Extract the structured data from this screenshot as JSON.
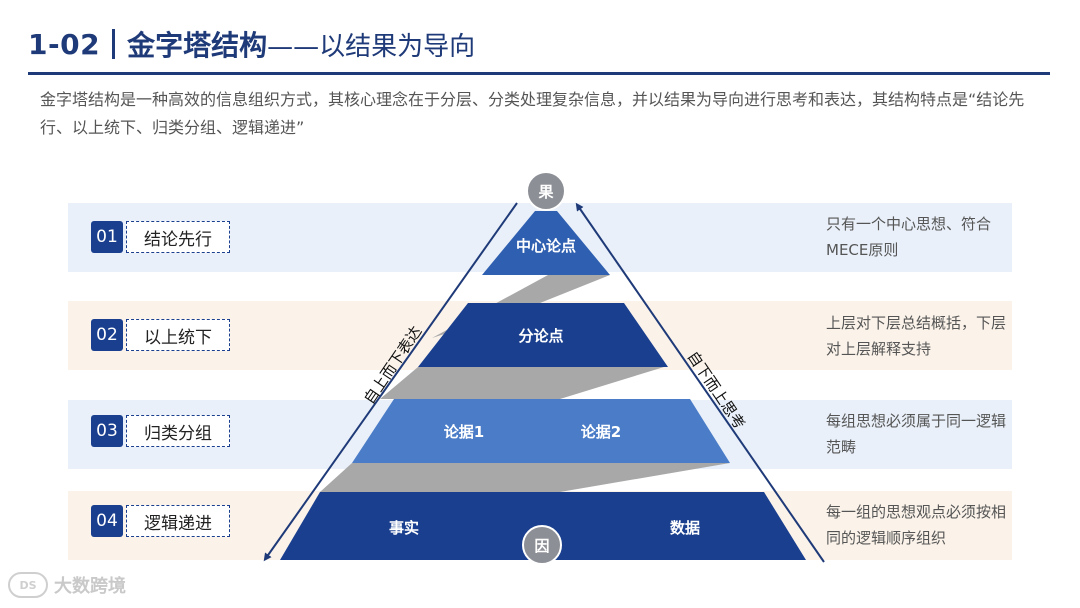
{
  "header": {
    "number": "1-02",
    "title": "金字塔结构",
    "subtitle": "——以结果为导向"
  },
  "intro": "金字塔结构是一种高效的信息组织方式，其核心理念在于分层、分类处理复杂信息，并以结果为导向进行思考和表达，其结构特点是“结论先行、以上统下、归类分组、逻辑递进”",
  "steps": [
    {
      "num": "01",
      "label": "结论先行",
      "desc": "只有一个中心思想、符合MECE原则"
    },
    {
      "num": "02",
      "label": "以上统下",
      "desc": "上层对下层总结概括，下层对上层解释支持"
    },
    {
      "num": "03",
      "label": "归类分组",
      "desc": "每组思想必须属于同一逻辑范畴"
    },
    {
      "num": "04",
      "label": "逻辑递进",
      "desc": "每一组的思想观点必须按相同的逻辑顺序组织"
    }
  ],
  "pyramid": {
    "top": "中心论点",
    "second": "分论点",
    "third": [
      "论据1",
      "论据2"
    ],
    "bottom": [
      "事实",
      "数据"
    ],
    "apex_label": "果",
    "base_label": "因",
    "left_arrow_label": "自上而下表达",
    "right_arrow_label": "自下而上思考"
  },
  "colors": {
    "navy": "#1a3f8f",
    "mid_blue": "#2f5fb0",
    "light_blue": "#4a7cc7",
    "gray_connector": "#a8a8a8",
    "circle": "#8c8f96"
  },
  "watermark": "大数跨境",
  "watermark_logo": "DS"
}
